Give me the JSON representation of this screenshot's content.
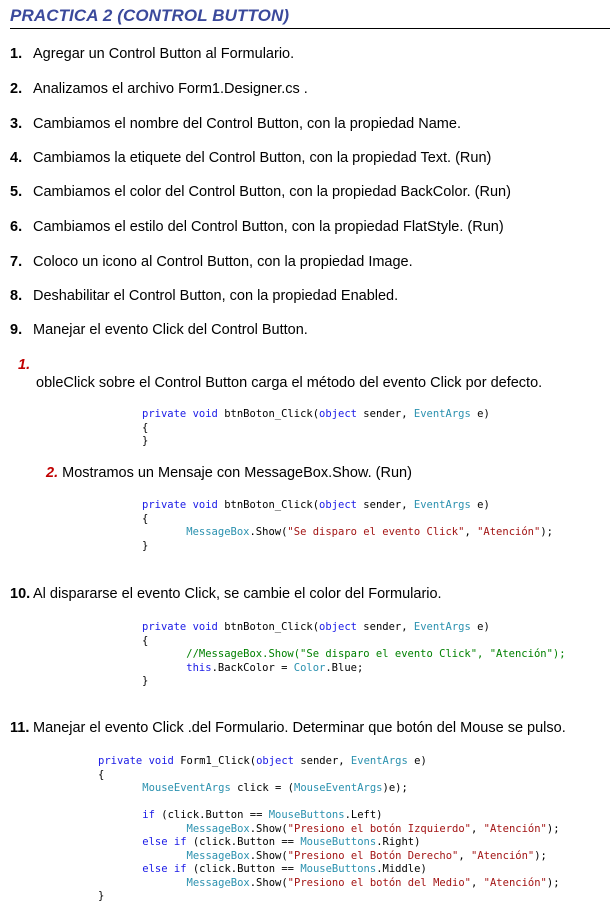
{
  "title": "PRACTICA 2 (CONTROL BUTTON)",
  "steps": [
    {
      "num": "1.",
      "text": "Agregar un Control Button al Formulario."
    },
    {
      "num": "2.",
      "text": "Analizamos el archivo Form1.Designer.cs ."
    },
    {
      "num": "3.",
      "text": "Cambiamos el nombre del Control Button, con la propiedad Name."
    },
    {
      "num": "4.",
      "text": "Cambiamos la etiquete del Control Button, con la propiedad Text. (Run)"
    },
    {
      "num": "5.",
      "text": "Cambiamos el color del Control Button, con la propiedad BackColor. (Run)"
    },
    {
      "num": "6.",
      "text": "Cambiamos el estilo del Control Button, con la propiedad FlatStyle. (Run)"
    },
    {
      "num": "7.",
      "text": "Coloco un icono al Control Button, con la propiedad Image."
    },
    {
      "num": "8.",
      "text": "Deshabilitar el Control Button, con la propiedad Enabled."
    },
    {
      "num": "9.",
      "text": "Manejar el evento Click del Control Button."
    },
    {
      "num": "10.",
      "text": "Al dispararse el evento Click, se cambie el color del Formulario."
    },
    {
      "num": "11.",
      "text": "Manejar el evento Click .del Formulario. Determinar que botón del Mouse se pulso."
    }
  ],
  "substeps": [
    {
      "num": "1.",
      "text": "obleClick sobre el Control Button carga el método del evento Click por defecto."
    },
    {
      "num": "2.",
      "text": "Mostramos un Mensaje con MessageBox.Show. (Run)"
    }
  ],
  "code": {
    "kw_private": "private",
    "kw_void": "void",
    "kw_object": "object",
    "kw_this": "this",
    "kw_if": "if",
    "kw_else_if": "else if",
    "t_eventargs": "EventArgs",
    "t_messagebox": "MessageBox",
    "t_color": "Color",
    "t_mouseeventargs": "MouseEventArgs",
    "t_mousebuttons": "MouseButtons",
    "btn_handler": " btnBoton_Click(",
    "form_handler": " Form1_Click(",
    "sender": " sender, ",
    "e_close": " e)",
    "open_brace": "{",
    "close_brace": "}",
    "show_call": ".Show(",
    "s_click": "\"Se disparo el evento Click\"",
    "s_atencion": "\"Atención\"",
    "comma": ", ",
    "end_call": ");",
    "comment_line": "//MessageBox.Show(\"Se disparo el evento Click\", \"Atención\");",
    "backcolor": ".BackColor = ",
    "blue": ".Blue;",
    "click_decl": " click = (",
    "cast_end": ")e);",
    "cond_open": " (click.Button == ",
    "left": ".Left)",
    "right": ".Right)",
    "middle": ".Middle)",
    "s_izq": "\"Presiono el botón Izquierdo\"",
    "s_der": "\"Presiono el Botón Derecho\"",
    "s_medio": "\"Presiono el botón del Medio\""
  }
}
